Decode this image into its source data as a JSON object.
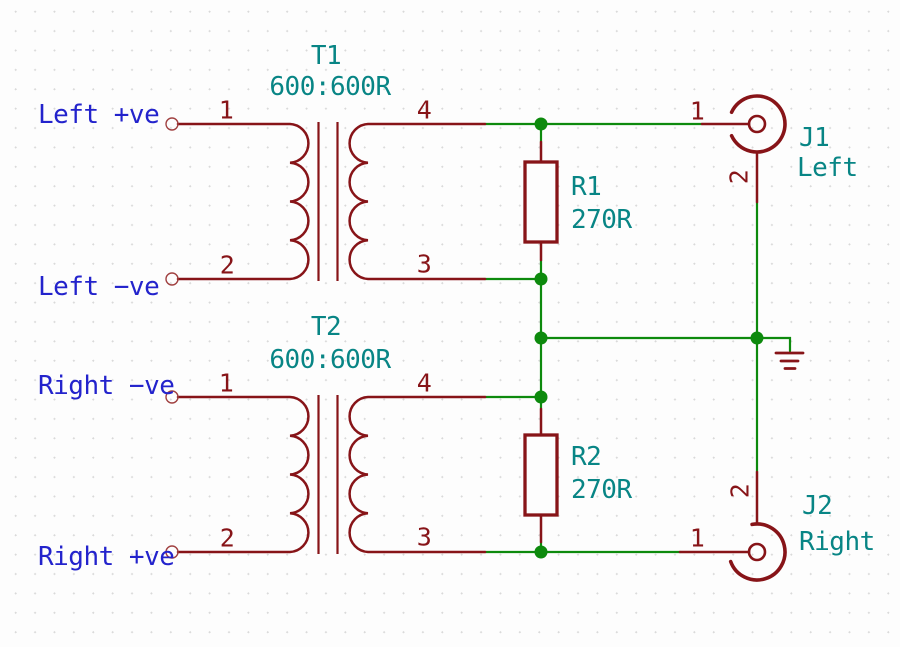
{
  "schematic": {
    "type": "kicad-schematic",
    "description_visible_only": "stereo transformer isolation schematic"
  },
  "colors": {
    "wire_green": "#0d8a0d",
    "symbol_red": "#871418",
    "field_teal": "#088585",
    "net_label_blue": "#2323cc",
    "grid_dot_gray": "#d9d9d9",
    "background": "#fdfdfd"
  },
  "net_labels": {
    "left_pos": "Left +ve",
    "left_neg": "Left −ve",
    "right_neg": "Right −ve",
    "right_pos": "Right +ve"
  },
  "transformers": {
    "t1": {
      "ref": "T1",
      "value": "600:600R",
      "pins": {
        "p1": "1",
        "p2": "2",
        "p3": "3",
        "p4": "4"
      }
    },
    "t2": {
      "ref": "T2",
      "value": "600:600R",
      "pins": {
        "p1": "1",
        "p2": "2",
        "p3": "3",
        "p4": "4"
      }
    }
  },
  "resistors": {
    "r1": {
      "ref": "R1",
      "value": "270R"
    },
    "r2": {
      "ref": "R2",
      "value": "270R"
    }
  },
  "connectors": {
    "j1": {
      "ref": "J1",
      "value": "Left",
      "pins": {
        "p1": "1",
        "p2": "2"
      }
    },
    "j2": {
      "ref": "J2",
      "value": "Right",
      "pins": {
        "p1": "1",
        "p2": "2"
      }
    }
  }
}
